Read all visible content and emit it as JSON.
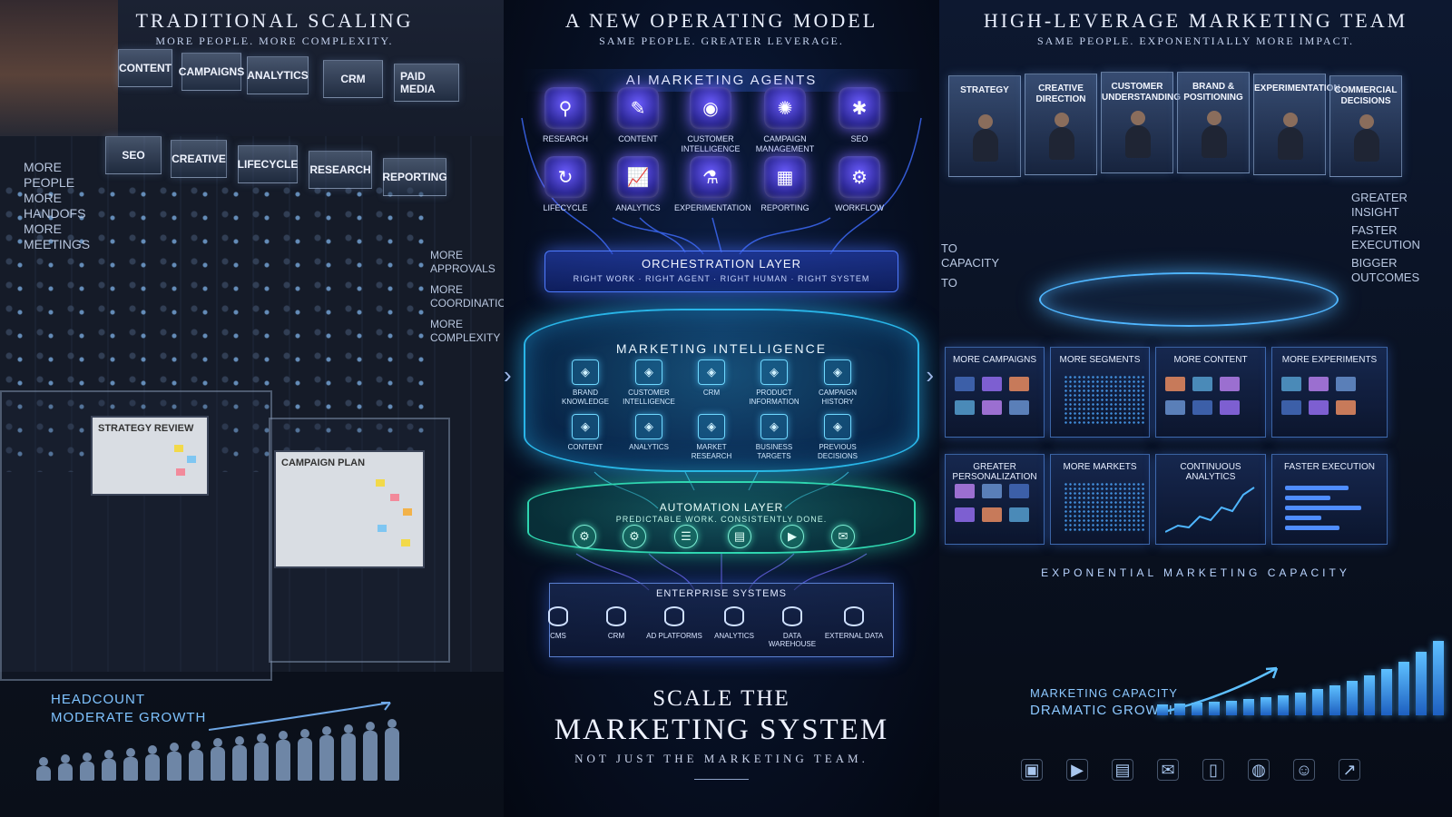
{
  "left": {
    "title": "Traditional Scaling",
    "subtitle": "More people. More complexity.",
    "departments": [
      "Content",
      "Campaigns",
      "Analytics",
      "CRM",
      "Paid Media",
      "SEO",
      "Creative",
      "Lifecycle",
      "Research",
      "Reporting"
    ],
    "left_notes": [
      "More",
      "People",
      "More",
      "Handofs",
      "More",
      "Meetings"
    ],
    "right_notes": [
      "More",
      "Approvals",
      "More",
      "Coordination",
      "More",
      "Complexity"
    ],
    "boards": {
      "strategy": "Strategy Review",
      "campaign": "Campaign Plan"
    },
    "metric": {
      "line1": "Headcount",
      "line2": "Moderate Growth"
    }
  },
  "center": {
    "title": "A New Operating Model",
    "subtitle": "Same people. Greater leverage.",
    "agents_title": "AI Marketing Agents",
    "agents": [
      "Research",
      "Content",
      "Customer Intelligence",
      "Campaign Management",
      "SEO",
      "Lifecycle",
      "Analytics",
      "Experimentation",
      "Reporting",
      "Workflow"
    ],
    "orchestration": {
      "title": "Orchestration Layer",
      "subtitle": "Right work · Right agent · Right human · Right system"
    },
    "intelligence": {
      "title": "Marketing Intelligence",
      "sources": [
        "Brand Knowledge",
        "Customer Intelligence",
        "CRM",
        "Product Information",
        "Campaign History",
        "Content",
        "Analytics",
        "Market Research",
        "Business Targets",
        "Previous Decisions"
      ]
    },
    "automation": {
      "title": "Automation Layer",
      "subtitle": "Predictable work. Consistently done."
    },
    "enterprise": {
      "title": "Enterprise Systems",
      "systems": [
        "CMS",
        "CRM",
        "Ad Platforms",
        "Analytics",
        "Data Warehouse",
        "External Data"
      ]
    },
    "headline": {
      "line1": "Scale the",
      "line2": "Marketing System",
      "line3": "Not just the marketing team."
    }
  },
  "right": {
    "title": "High-Leverage Marketing Team",
    "subtitle": "Same people. Exponentially more impact.",
    "roles": [
      "Strategy",
      "Creative Direction",
      "Customer Understanding",
      "Brand & Positioning",
      "Experimentation",
      "Commercial Decisions"
    ],
    "left_notes": [
      "To",
      "Capacity",
      "To"
    ],
    "right_notes": [
      "Greater",
      "Insight",
      "Faster",
      "Execution",
      "Bigger",
      "Outcomes"
    ],
    "capacity_tiles": [
      "More Campaigns",
      "More Segments",
      "More Content",
      "More Experiments",
      "Greater Personalization",
      "More Markets",
      "Continuous Analytics",
      "Faster Execution"
    ],
    "capacity_title": "Exponential Marketing Capacity",
    "metric": {
      "line1": "Marketing Capacity",
      "line2": "Dramatic Growth"
    }
  },
  "colors": {
    "agent_glow": "#6b5cff",
    "intelligence": "#29b5e8",
    "automation": "#2fd6b0",
    "orchestration": "#4f7bff",
    "metric_text": "#7fc3ff"
  },
  "icons": {
    "agents": [
      "research-icon",
      "content-icon",
      "customer-intelligence-icon",
      "campaign-management-icon",
      "seo-icon",
      "lifecycle-icon",
      "analytics-icon",
      "experimentation-icon",
      "reporting-icon",
      "workflow-icon"
    ],
    "dock": [
      "image-icon",
      "video-icon",
      "document-icon",
      "email-icon",
      "mobile-icon",
      "globe-icon",
      "audience-icon",
      "chart-icon"
    ]
  }
}
